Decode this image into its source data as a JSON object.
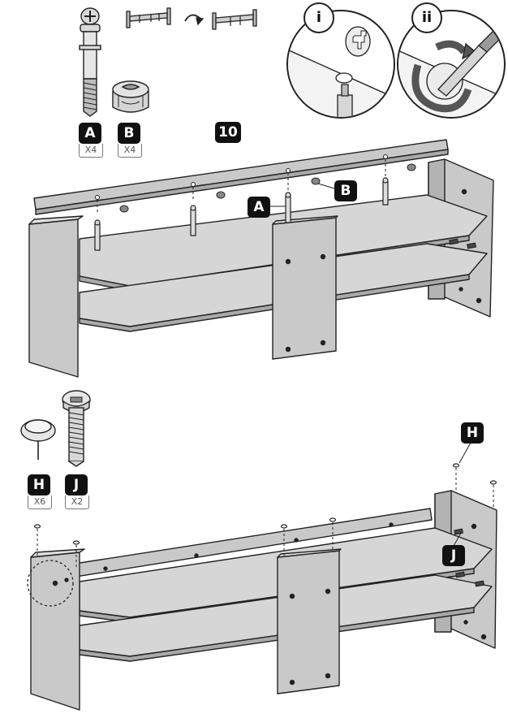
{
  "step": {
    "number": "10"
  },
  "top_parts": [
    {
      "letter": "A",
      "qty": "X4"
    },
    {
      "letter": "B",
      "qty": "X4"
    }
  ],
  "detail_callouts": {
    "first": "i",
    "second": "ii"
  },
  "top_labels": {
    "part_b": "B",
    "part_a": "A"
  },
  "bottom_parts": [
    {
      "letter": "H",
      "qty": "X6"
    },
    {
      "letter": "J",
      "qty": "X2"
    }
  ],
  "bottom_labels": {
    "part_h": "H",
    "part_j": "J"
  },
  "colors": {
    "panel_fill": "#c9c9c9",
    "panel_dark": "#b3b3b3",
    "outline": "#222222",
    "badge": "#111111"
  }
}
